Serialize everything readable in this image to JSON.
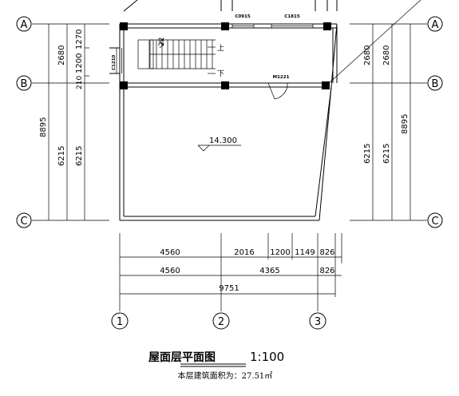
{
  "drawing": {
    "title": "屋面层平面图",
    "scale": "1:100",
    "area_note": "本层建筑面积为：27.51㎡",
    "elevation": "14.300"
  },
  "axes": {
    "rows": [
      "A",
      "B",
      "C"
    ],
    "cols": [
      "1",
      "2",
      "3"
    ]
  },
  "openings": {
    "window_top_left": "C0915",
    "window_top_right": "C1815",
    "window_side": "C1210",
    "door": "M1221"
  },
  "stair": {
    "up": "上",
    "down": "下",
    "count": "22"
  },
  "dims": {
    "left_inner": [
      "1270",
      "1200",
      "210"
    ],
    "left_mid": [
      "2680",
      "6215"
    ],
    "left_outer": "8895",
    "left_lower_inner": "6215",
    "right_a": [
      "2680",
      "6215"
    ],
    "right_b": [
      "2680",
      "6215"
    ],
    "right_outer": "8895",
    "bottom_row1": [
      "4560",
      "2016",
      "1200",
      "1149",
      "826"
    ],
    "bottom_row2": [
      "4560",
      "4365",
      "826"
    ],
    "bottom_total": "9751"
  },
  "icons": [
    "axis-bubble-icon",
    "elevation-mark-icon",
    "door-swing-icon",
    "column-icon"
  ]
}
